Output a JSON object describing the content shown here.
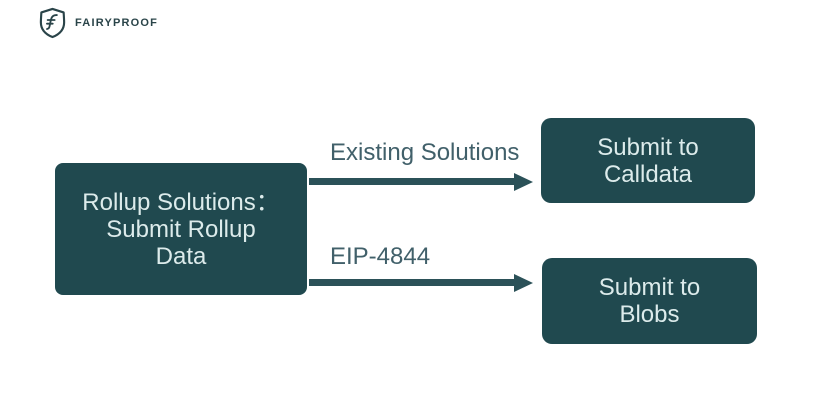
{
  "page": {
    "background": "#ffffff"
  },
  "colors": {
    "node_fill": "#20494f",
    "node_text": "#dcebeb",
    "arrow": "#2b5158",
    "flow_label_text": "#41606a",
    "logo": "#2a4449"
  },
  "logo": {
    "brand": "FAIRYPROOF",
    "icon": "shield-f-icon"
  },
  "diagram": {
    "source": {
      "lines": [
        "Rollup Solutions：",
        "Submit Rollup",
        "Data"
      ]
    },
    "flows": [
      {
        "label": "Existing Solutions",
        "target": {
          "lines": [
            "Submit to",
            "Calldata"
          ]
        }
      },
      {
        "label": "EIP-4844",
        "target": {
          "lines": [
            "Submit to",
            "Blobs"
          ]
        }
      }
    ]
  }
}
